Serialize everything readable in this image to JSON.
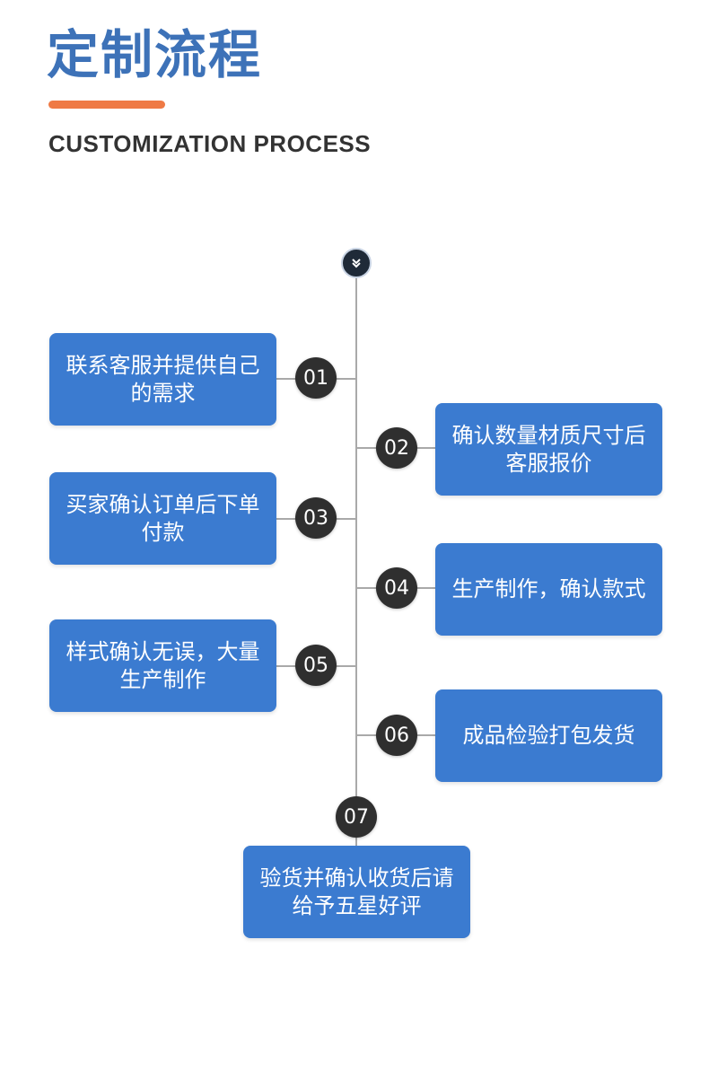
{
  "header": {
    "title": "定制流程",
    "subtitle": "CUSTOMIZATION PROCESS"
  },
  "colors": {
    "title": "#3d72b8",
    "accent": "#ef7a45",
    "box": "#3b7bd0",
    "number_circle": "#2f2f2f",
    "line": "#a9a9a9"
  },
  "top_marker": {
    "icon": "double-chevron-down-icon"
  },
  "steps": [
    {
      "number": "01",
      "text": "联系客服并提供自己的需求"
    },
    {
      "number": "02",
      "text": "确认数量材质尺寸后客服报价"
    },
    {
      "number": "03",
      "text": "买家确认订单后下单付款"
    },
    {
      "number": "04",
      "text": "生产制作，确认款式"
    },
    {
      "number": "05",
      "text": "样式确认无误，大量生产制作"
    },
    {
      "number": "06",
      "text": "成品检验打包发货"
    },
    {
      "number": "07",
      "text": "验货并确认收货后请给予五星好评"
    }
  ]
}
